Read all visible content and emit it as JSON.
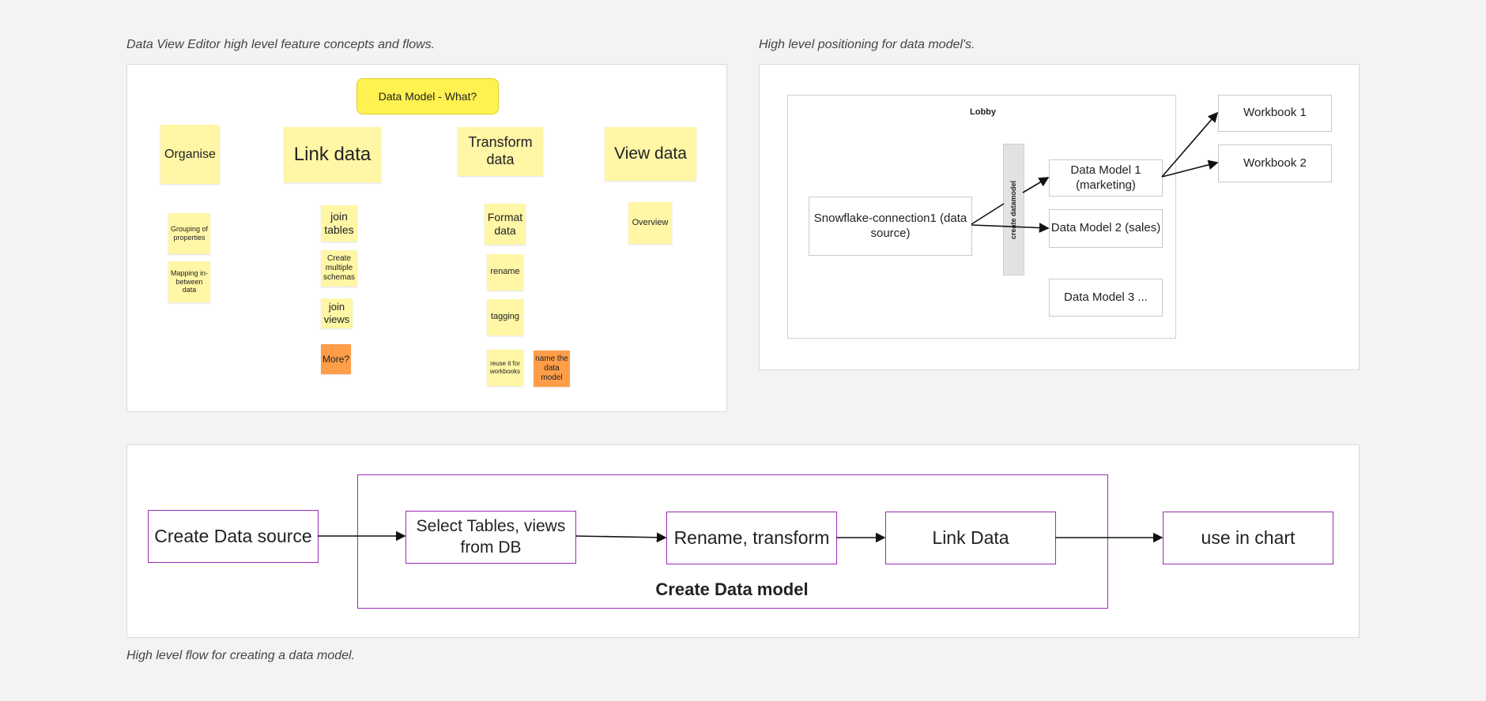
{
  "captions": {
    "top_left": "Data View Editor high level feature concepts and flows.",
    "top_right": "High level positioning for data model's.",
    "bottom": "High level flow for creating a data model."
  },
  "concepts": {
    "header": "Data Model - What?",
    "organise": "Organise",
    "link_data": "Link data",
    "transform_data": "Transform data",
    "view_data": "View data",
    "grouping": "Grouping of properties",
    "mapping": "Mapping in-between data",
    "join_tables": "join tables",
    "create_schemas": "Create multiple schemas",
    "join_views": "join views",
    "more": "More?",
    "format_data": "Format data",
    "rename": "rename",
    "tagging": "tagging",
    "reuse": "reuse it for workbooks",
    "name_model": "name the data model",
    "overview": "Overview"
  },
  "positioning": {
    "lobby": "Lobby",
    "source": "Snowflake-connection1 (data source)",
    "create_datamodel": "create datamodel",
    "dm1": "Data Model 1 (marketing)",
    "dm2": "Data Model 2 (sales)",
    "dm3": "Data Model 3 ...",
    "wb1": "Workbook 1",
    "wb2": "Workbook 2"
  },
  "flow": {
    "create_source": "Create Data source",
    "select_tables": "Select Tables, views from DB",
    "rename_transform": "Rename, transform",
    "link_data": "Link Data",
    "use_chart": "use in chart",
    "group_label": "Create Data model"
  },
  "colors": {
    "sticky": "#fff6a6",
    "sticky_orange": "#ff9d48",
    "header_sticky": "#fff14f",
    "flow_border": "#9c2ab5"
  }
}
